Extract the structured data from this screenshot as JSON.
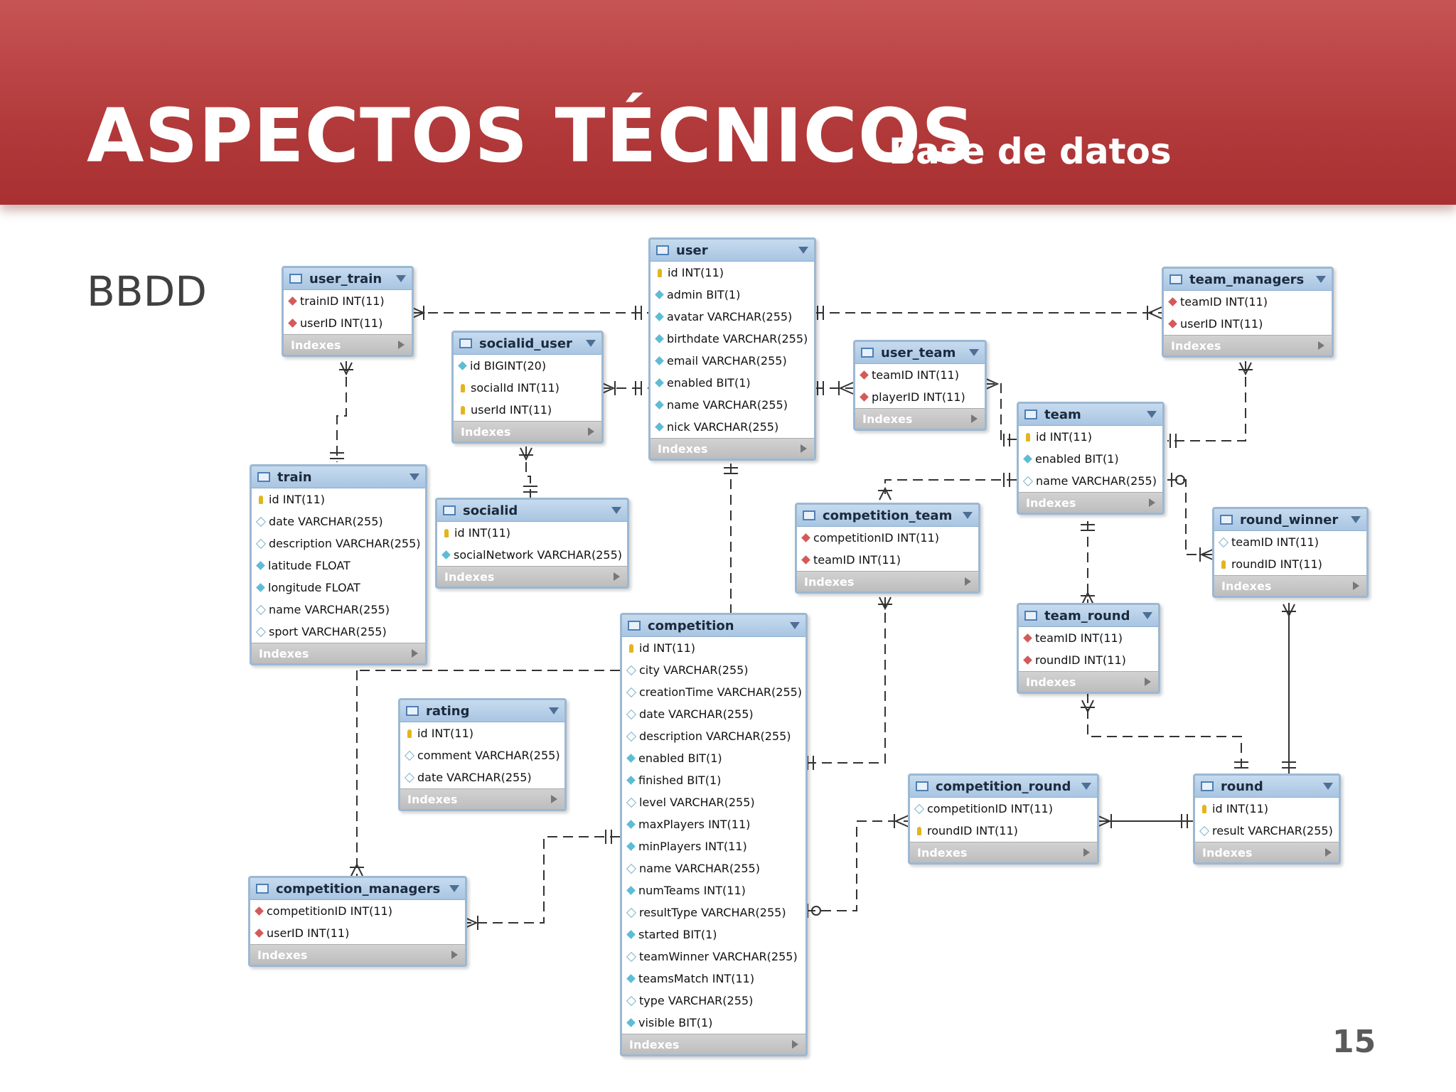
{
  "header": {
    "title": "ASPECTOS TÉCNICOS",
    "subtitle": "Base de datos"
  },
  "side_label": "BBDD",
  "page_number": "15",
  "indexes_label": "Indexes",
  "colors": {
    "banner": "#b23a3b",
    "table_header": "#a8c5e2",
    "table_border": "#9bb8d3",
    "indexes_bar": "#c4c4c4",
    "primary_key": "#e3b51c",
    "foreign_key": "#d45a5a",
    "not_null": "#5dbcd6"
  },
  "tables": [
    {
      "id": "user_train",
      "name": "user_train",
      "columns": [
        {
          "text": "trainID INT(11)",
          "key": "fk"
        },
        {
          "text": "userID INT(11)",
          "key": "fk"
        }
      ]
    },
    {
      "id": "user",
      "name": "user",
      "columns": [
        {
          "text": "id INT(11)",
          "key": "pk"
        },
        {
          "text": "admin BIT(1)",
          "key": "nn"
        },
        {
          "text": "avatar VARCHAR(255)",
          "key": "nn"
        },
        {
          "text": "birthdate VARCHAR(255)",
          "key": "nn"
        },
        {
          "text": "email VARCHAR(255)",
          "key": "nn"
        },
        {
          "text": "enabled BIT(1)",
          "key": "nn"
        },
        {
          "text": "name VARCHAR(255)",
          "key": "nn"
        },
        {
          "text": "nick VARCHAR(255)",
          "key": "nn"
        }
      ]
    },
    {
      "id": "team_managers",
      "name": "team_managers",
      "columns": [
        {
          "text": "teamID INT(11)",
          "key": "fk"
        },
        {
          "text": "userID INT(11)",
          "key": "fk"
        }
      ]
    },
    {
      "id": "socialid_user",
      "name": "socialid_user",
      "columns": [
        {
          "text": "id BIGINT(20)",
          "key": "nn"
        },
        {
          "text": "socialId INT(11)",
          "key": "pk"
        },
        {
          "text": "userId INT(11)",
          "key": "pk"
        }
      ]
    },
    {
      "id": "user_team",
      "name": "user_team",
      "columns": [
        {
          "text": "teamID INT(11)",
          "key": "fk"
        },
        {
          "text": "playerID INT(11)",
          "key": "fk"
        }
      ]
    },
    {
      "id": "team",
      "name": "team",
      "columns": [
        {
          "text": "id INT(11)",
          "key": "pk"
        },
        {
          "text": "enabled BIT(1)",
          "key": "nn"
        },
        {
          "text": "name VARCHAR(255)",
          "key": "null"
        }
      ]
    },
    {
      "id": "train",
      "name": "train",
      "columns": [
        {
          "text": "id INT(11)",
          "key": "pk"
        },
        {
          "text": "date VARCHAR(255)",
          "key": "null"
        },
        {
          "text": "description VARCHAR(255)",
          "key": "null"
        },
        {
          "text": "latitude FLOAT",
          "key": "nn"
        },
        {
          "text": "longitude FLOAT",
          "key": "nn"
        },
        {
          "text": "name VARCHAR(255)",
          "key": "null"
        },
        {
          "text": "sport VARCHAR(255)",
          "key": "null"
        }
      ]
    },
    {
      "id": "socialid",
      "name": "socialid",
      "columns": [
        {
          "text": "id INT(11)",
          "key": "pk"
        },
        {
          "text": "socialNetwork VARCHAR(255)",
          "key": "nn"
        }
      ]
    },
    {
      "id": "competition_team",
      "name": "competition_team",
      "columns": [
        {
          "text": "competitionID INT(11)",
          "key": "fk"
        },
        {
          "text": "teamID INT(11)",
          "key": "fk"
        }
      ]
    },
    {
      "id": "round_winner",
      "name": "round_winner",
      "columns": [
        {
          "text": "teamID INT(11)",
          "key": "null"
        },
        {
          "text": "roundID INT(11)",
          "key": "pk"
        }
      ]
    },
    {
      "id": "team_round",
      "name": "team_round",
      "columns": [
        {
          "text": "teamID INT(11)",
          "key": "fk"
        },
        {
          "text": "roundID INT(11)",
          "key": "fk"
        }
      ]
    },
    {
      "id": "competition",
      "name": "competition",
      "columns": [
        {
          "text": "id INT(11)",
          "key": "pk"
        },
        {
          "text": "city VARCHAR(255)",
          "key": "null"
        },
        {
          "text": "creationTime VARCHAR(255)",
          "key": "null"
        },
        {
          "text": "date VARCHAR(255)",
          "key": "null"
        },
        {
          "text": "description VARCHAR(255)",
          "key": "null"
        },
        {
          "text": "enabled BIT(1)",
          "key": "nn"
        },
        {
          "text": "finished BIT(1)",
          "key": "nn"
        },
        {
          "text": "level VARCHAR(255)",
          "key": "null"
        },
        {
          "text": "maxPlayers INT(11)",
          "key": "nn"
        },
        {
          "text": "minPlayers INT(11)",
          "key": "nn"
        },
        {
          "text": "name VARCHAR(255)",
          "key": "null"
        },
        {
          "text": "numTeams INT(11)",
          "key": "nn"
        },
        {
          "text": "resultType VARCHAR(255)",
          "key": "null"
        },
        {
          "text": "started BIT(1)",
          "key": "nn"
        },
        {
          "text": "teamWinner VARCHAR(255)",
          "key": "null"
        },
        {
          "text": "teamsMatch INT(11)",
          "key": "nn"
        },
        {
          "text": "type VARCHAR(255)",
          "key": "null"
        },
        {
          "text": "visible BIT(1)",
          "key": "nn"
        }
      ]
    },
    {
      "id": "rating",
      "name": "rating",
      "columns": [
        {
          "text": "id INT(11)",
          "key": "pk"
        },
        {
          "text": "comment VARCHAR(255)",
          "key": "null"
        },
        {
          "text": "date VARCHAR(255)",
          "key": "null"
        }
      ]
    },
    {
      "id": "competition_round",
      "name": "competition_round",
      "columns": [
        {
          "text": "competitionID INT(11)",
          "key": "null"
        },
        {
          "text": "roundID INT(11)",
          "key": "pk"
        }
      ]
    },
    {
      "id": "round",
      "name": "round",
      "columns": [
        {
          "text": "id INT(11)",
          "key": "pk"
        },
        {
          "text": "result VARCHAR(255)",
          "key": "null"
        }
      ]
    },
    {
      "id": "competition_managers",
      "name": "competition_managers",
      "columns": [
        {
          "text": "competitionID INT(11)",
          "key": "fk"
        },
        {
          "text": "userID INT(11)",
          "key": "fk"
        }
      ]
    }
  ]
}
